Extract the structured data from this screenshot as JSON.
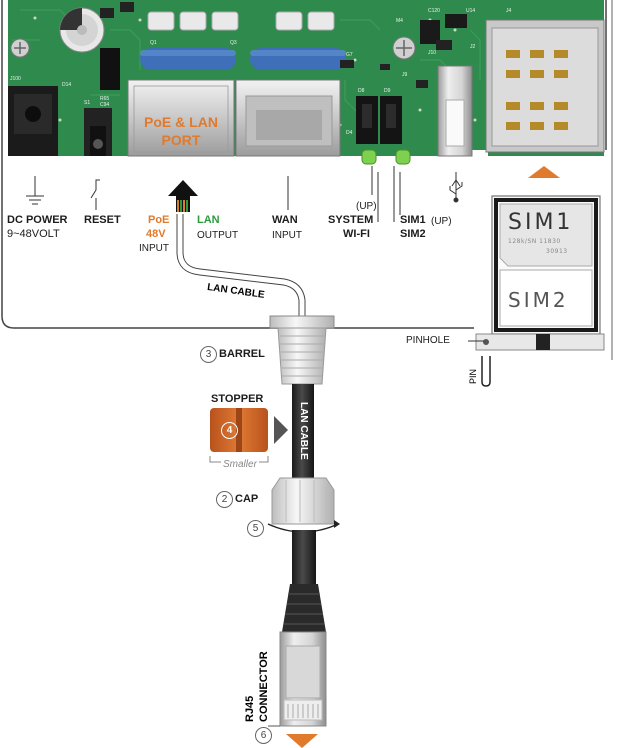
{
  "board": {
    "port_title": "PoE & LAN",
    "port_subtitle": "PORT",
    "chip_labels": [
      "J100",
      "D14",
      "R65",
      "C94",
      "S1",
      "Q1",
      "Q3",
      "D8",
      "D9",
      "D4",
      "G7",
      "J9",
      "J10",
      "U14",
      "J4",
      "J2",
      "M4",
      "C120"
    ]
  },
  "labels": {
    "dc_power": "DC POWER",
    "dc_power_range": "9~48VOLT",
    "reset": "RESET",
    "poe": "PoE",
    "poe_48v": "48V",
    "poe_input": "INPUT",
    "lan": "LAN",
    "lan_output": "OUTPUT",
    "wan": "WAN",
    "wan_input": "INPUT",
    "up_system": "(UP)",
    "system": "SYSTEM",
    "wifi": "WI-FI",
    "sim1": "SIM1",
    "sim1_up": "(UP)",
    "sim2": "SIM2",
    "lan_cable_top": "LAN CABLE",
    "pinhole": "PINHOLE",
    "pin": "PIN"
  },
  "sim_tray": {
    "sim1": "SIM1",
    "sim2": "SIM2",
    "sim1_code": "128k/SN 11830",
    "sim1_code2": "30913"
  },
  "assembly": {
    "step2_num": "2",
    "step2_label": "CAP",
    "step3_num": "3",
    "step3_label": "BARREL",
    "step4_num": "4",
    "step4_label": "STOPPER",
    "stopper_note": "Smaller",
    "step5_num": "5",
    "step6_num": "6",
    "cable_label": "LAN CABLE",
    "connector_label_1": "RJ45",
    "connector_label_2": "CONNECTOR"
  },
  "colors": {
    "pcb_green": "#2f8a4d",
    "accent_orange": "#e07a2c",
    "lan_green": "#2e9a3f",
    "stopper_orange": "#d96a2a",
    "capacitor_blue": "#3f6fb8"
  },
  "icons": {
    "ground": "ground-symbol-icon",
    "reset": "reset-switch-icon",
    "usb": "usb-icon",
    "arrow_up": "insertion-arrow-icon",
    "arrow_right": "direction-arrow-icon",
    "rotate": "rotate-arrow-icon",
    "arrow_down": "down-arrow-icon"
  }
}
